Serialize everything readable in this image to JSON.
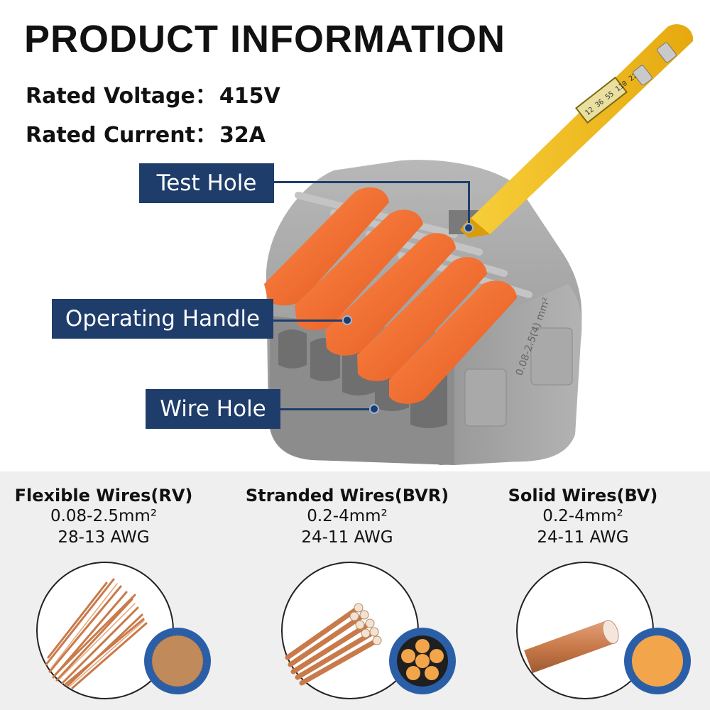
{
  "header": {
    "title": "PRODUCT INFORMATION",
    "voltage_label": "Rated Voltage：",
    "voltage_value": "415V",
    "current_label": "Rated Current：",
    "current_value": "32A"
  },
  "tester": {
    "display_text": "12 36 55 110 220"
  },
  "callouts": {
    "test_hole": "Test Hole",
    "operating_handle": "Operating Handle",
    "wire_hole": "Wire Hole"
  },
  "connector": {
    "side_marking": "0.08-2.5(4) mm²"
  },
  "wires": [
    {
      "name": "Flexible Wires(RV)",
      "section": "0.08-2.5mm²",
      "awg": "28-13 AWG"
    },
    {
      "name": "Stranded Wires(BVR)",
      "section": "0.2-4mm²",
      "awg": "24-11 AWG"
    },
    {
      "name": "Solid Wires(BV)",
      "section": "0.2-4mm²",
      "awg": "24-11 AWG"
    }
  ],
  "colors": {
    "callout_blue": "#1f3d6b",
    "lever_orange": "#f06a2a",
    "housing_grey": "#9c9c9c",
    "tester_yellow": "#f5c11e",
    "copper": "#c97a4a"
  }
}
